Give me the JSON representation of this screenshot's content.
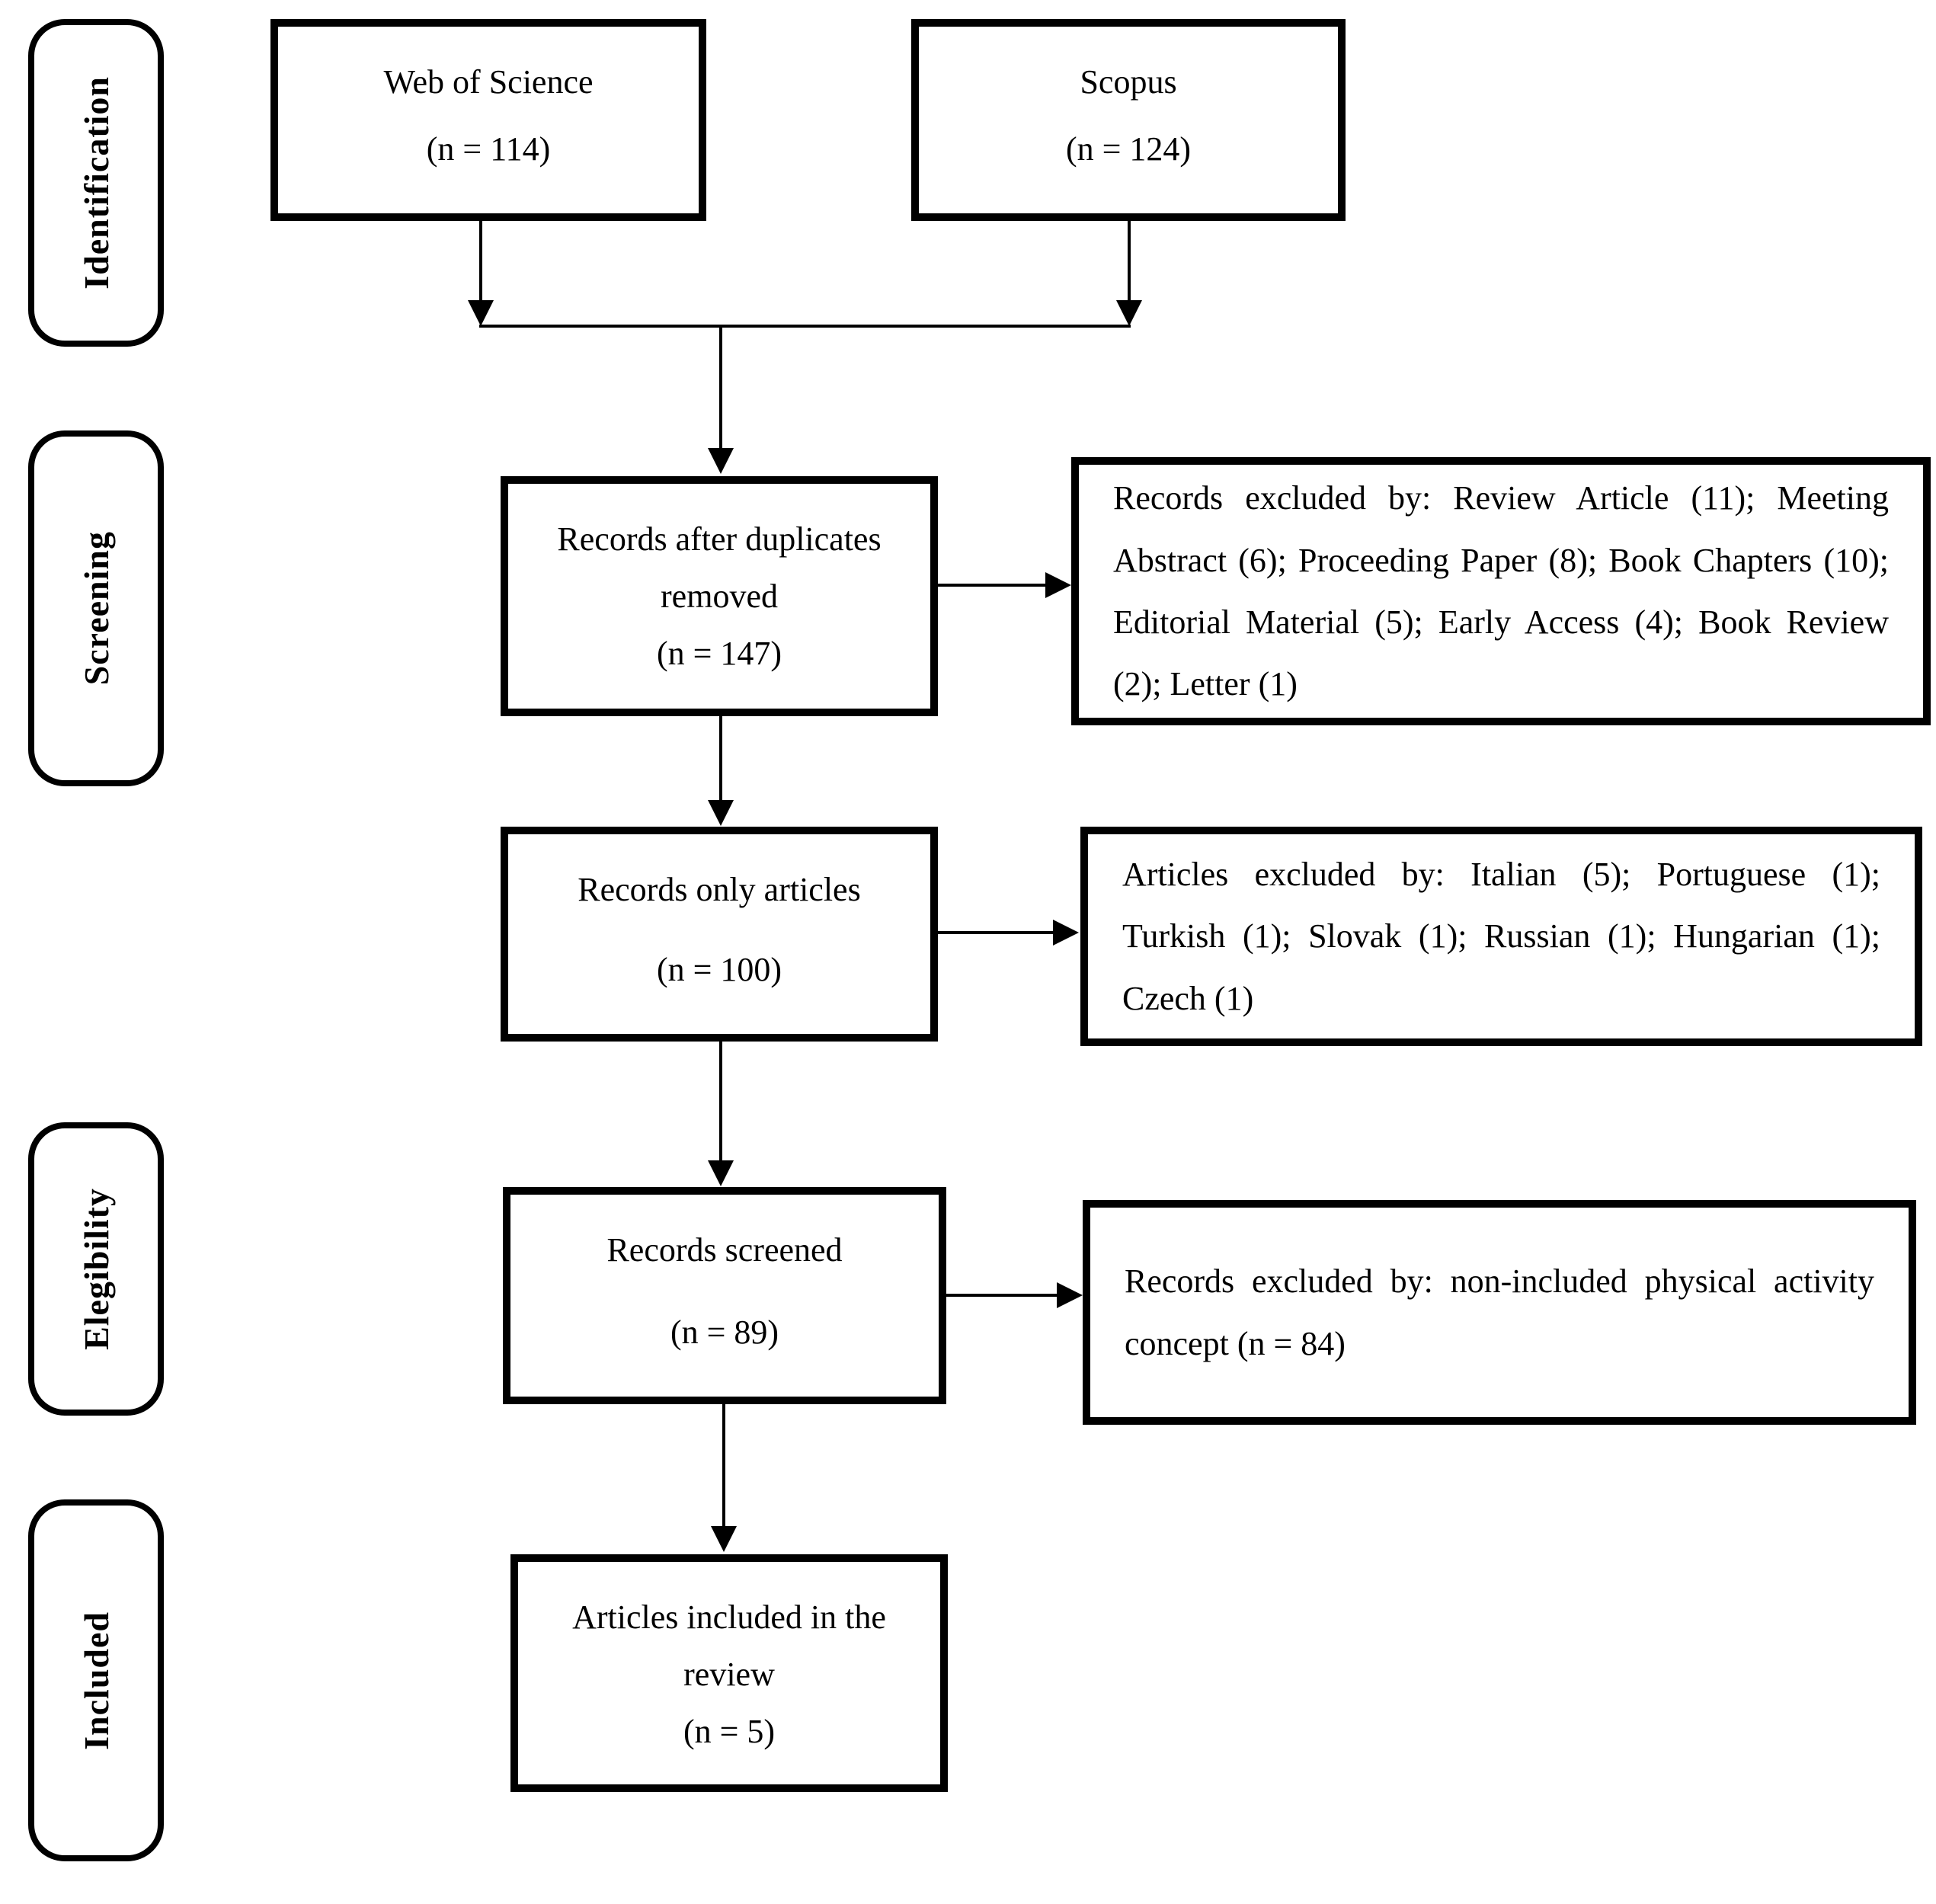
{
  "figure": {
    "type": "prisma-flow-diagram",
    "background": "#ffffff",
    "line_color": "#000000",
    "text_color": "#000000"
  },
  "stages": [
    {
      "label": "Identification"
    },
    {
      "label": "Screening"
    },
    {
      "label": "Elegibility"
    },
    {
      "label": "Included"
    }
  ],
  "boxes": {
    "web_of_science": {
      "label": "Web of Science",
      "count": "(n = 114)"
    },
    "scopus": {
      "label": "Scopus",
      "count": "(n = 124)"
    },
    "after_duplicates": {
      "label": "Records after duplicates removed",
      "count": "(n = 147)"
    },
    "only_articles": {
      "label": "Records only articles",
      "count": "(n = 100)"
    },
    "screened": {
      "label": "Records screened",
      "count": "(n = 89)"
    },
    "included": {
      "label": "Articles included in the review",
      "count": "(n = 5)"
    }
  },
  "exclusions": [
    {
      "text": "Records excluded by: Review Article (11); Meeting Abstract (6); Proceeding Paper (8); Book Chapters (10); Editorial Material (5); Early Access (4); Book Review (2); Letter (1)"
    },
    {
      "text": "Articles excluded by: Italian (5); Portuguese (1); Turkish (1); Slovak (1); Russian (1); Hungarian (1); Czech (1)"
    },
    {
      "text": "Records excluded by: non-included physical activity concept (n = 84)"
    }
  ]
}
